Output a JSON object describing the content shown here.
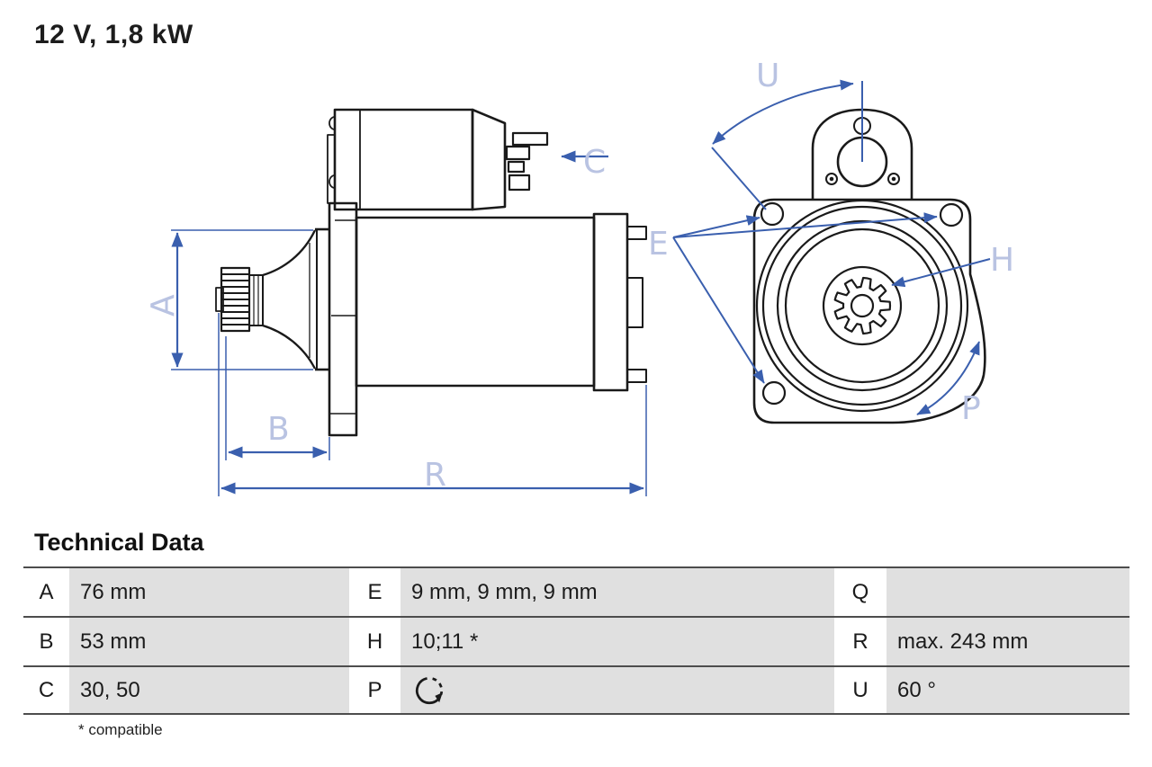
{
  "title": "12 V, 1,8 kW",
  "diagram": {
    "description": "starter motor technical drawing, side view and front view",
    "labels": {
      "a": "A",
      "b": "B",
      "c": "C",
      "e": "E",
      "h": "H",
      "p": "P",
      "r": "R",
      "u": "U"
    },
    "colors": {
      "annotation_blue": "#3a5fae",
      "label_periwinkle": "#b9c3e2",
      "outline_black": "#1a1a1a",
      "table_cell_gray": "#e0e0e0",
      "table_rule_gray": "#4d4d4d"
    },
    "icons": {
      "p_value": "rotation-direction-icon"
    }
  },
  "table": {
    "heading": "Technical Data",
    "rows": [
      {
        "c1_key": "A",
        "c1_val": "76 mm",
        "c2_key": "E",
        "c2_val": "9 mm, 9 mm, 9 mm",
        "c3_key": "Q",
        "c3_val": ""
      },
      {
        "c1_key": "B",
        "c1_val": "53 mm",
        "c2_key": "H",
        "c2_val": "10;11 *",
        "c3_key": "R",
        "c3_val": "max. 243 mm"
      },
      {
        "c1_key": "C",
        "c1_val": "30, 50",
        "c2_key": "P",
        "c2_val": "",
        "c3_key": "U",
        "c3_val": "60 °"
      }
    ],
    "footnote": "* compatible"
  }
}
